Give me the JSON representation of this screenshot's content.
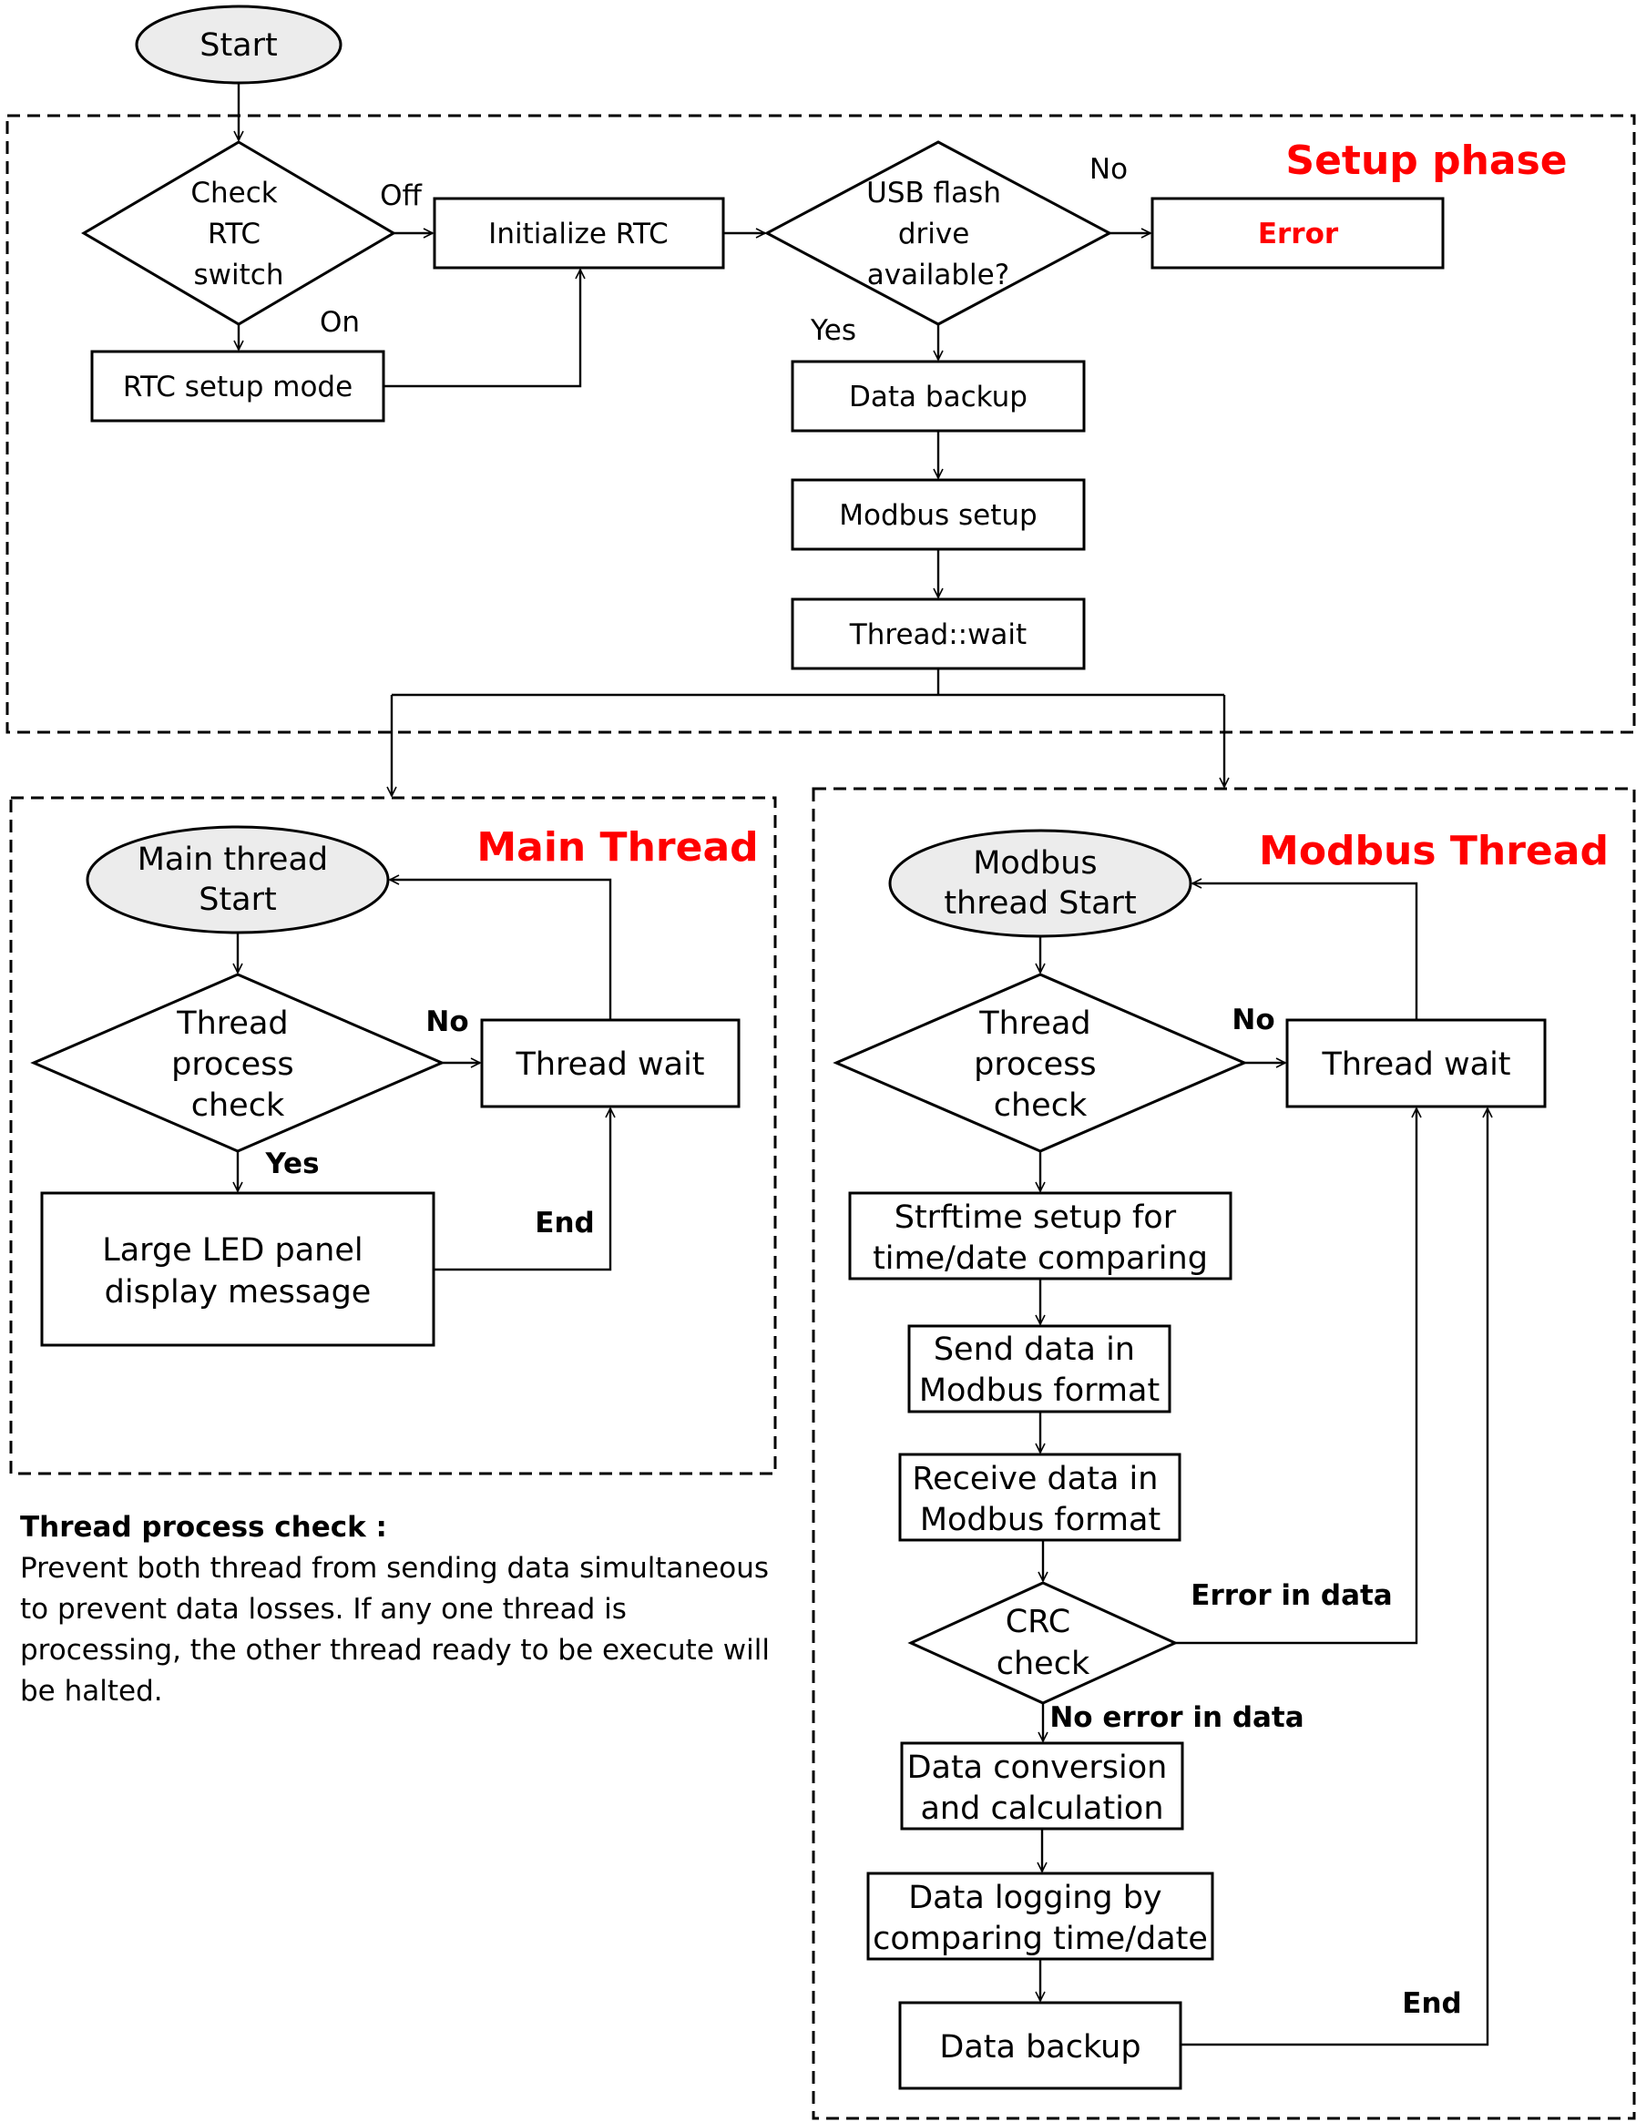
{
  "start_label": "Start",
  "setup_phase": {
    "title": "Setup phase",
    "check_rtc": [
      "Check",
      "RTC",
      "switch"
    ],
    "off_label": "Off",
    "on_label": "On",
    "initialize_rtc": "Initialize RTC",
    "rtc_setup_mode": "RTC setup mode",
    "usb_check": [
      "USB flash",
      "drive",
      "available?"
    ],
    "no_label": "No",
    "yes_label": "Yes",
    "error": "Error",
    "data_backup": "Data backup",
    "modbus_setup": "Modbus setup",
    "thread_wait": "Thread::wait"
  },
  "main_thread": {
    "title": "Main Thread",
    "start": [
      "Main thread",
      "Start"
    ],
    "process_check": [
      "Thread",
      "process",
      "check"
    ],
    "no_label": "No",
    "yes_label": "Yes",
    "end_label": "End",
    "thread_wait": "Thread wait",
    "led_panel": [
      "Large LED panel",
      "display message"
    ]
  },
  "modbus_thread": {
    "title": "Modbus Thread",
    "start": [
      "Modbus",
      "thread Start"
    ],
    "process_check": [
      "Thread",
      "process",
      "check"
    ],
    "no_label": "No",
    "thread_wait": "Thread wait",
    "strftime": [
      "Strftime setup for",
      "time/date comparing"
    ],
    "send_data": [
      "Send data in",
      "Modbus format"
    ],
    "receive_data": [
      "Receive data in",
      "Modbus format"
    ],
    "crc": [
      "CRC",
      "check"
    ],
    "error_in_data": "Error in data",
    "no_error_in_data": "No error in data",
    "conversion": [
      "Data conversion",
      "and calculation"
    ],
    "logging": [
      "Data logging by",
      "comparing time/date"
    ],
    "backup": "Data backup",
    "end_label": "End"
  },
  "note": {
    "title": "Thread process check :",
    "body": "Prevent both thread from sending data simultaneous to prevent data losses.  If any one thread is processing, the other thread ready to be execute will be halted."
  }
}
